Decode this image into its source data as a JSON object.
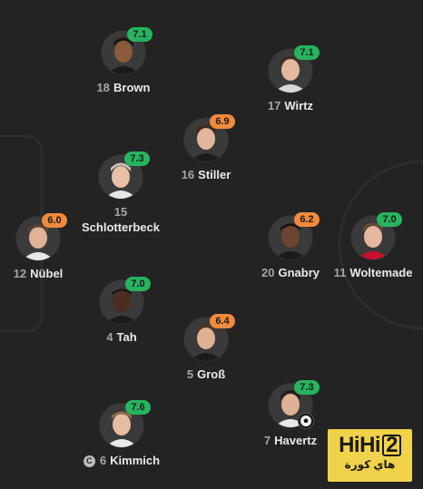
{
  "players": [
    {
      "id": "brown",
      "number": "18",
      "name": "Brown",
      "rating": "7.1",
      "rating_color": "green"
    },
    {
      "id": "wirtz",
      "number": "17",
      "name": "Wirtz",
      "rating": "7.1",
      "rating_color": "green"
    },
    {
      "id": "stiller",
      "number": "16",
      "name": "Stiller",
      "rating": "6.9",
      "rating_color": "orange"
    },
    {
      "id": "schlotterbeck",
      "number": "15",
      "name": "Schlotterbeck",
      "rating": "7.3",
      "rating_color": "green"
    },
    {
      "id": "nubel",
      "number": "12",
      "name": "Nübel",
      "rating": "6.0",
      "rating_color": "orange"
    },
    {
      "id": "gnabry",
      "number": "20",
      "name": "Gnabry",
      "rating": "6.2",
      "rating_color": "orange"
    },
    {
      "id": "woltemade",
      "number": "11",
      "name": "Woltemade",
      "rating": "7.0",
      "rating_color": "green"
    },
    {
      "id": "tah",
      "number": "4",
      "name": "Tah",
      "rating": "7.0",
      "rating_color": "green"
    },
    {
      "id": "gross",
      "number": "5",
      "name": "Groß",
      "rating": "6.4",
      "rating_color": "orange"
    },
    {
      "id": "havertz",
      "number": "7",
      "name": "Havertz",
      "rating": "7.3",
      "rating_color": "green"
    },
    {
      "id": "kimmich",
      "number": "6",
      "name": "Kimmich",
      "rating": "7.6",
      "rating_color": "green"
    }
  ],
  "captain_mark": "C",
  "colors": {
    "background": "#232323",
    "rating_green": "#27b35f",
    "rating_orange": "#f08a3c",
    "watermark": "#f1d24b"
  },
  "icons": {
    "captain": "captain-icon",
    "goal": "football-icon"
  },
  "watermark": {
    "logo_main": "HiHi",
    "logo_digit": "2",
    "subtitle": "هاي كورة"
  }
}
